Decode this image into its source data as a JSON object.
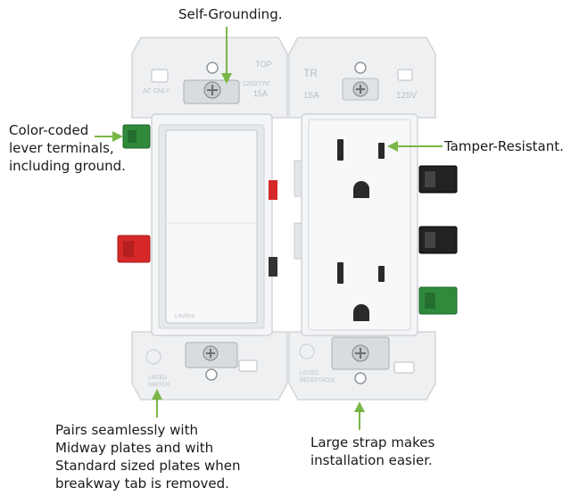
{
  "callouts": {
    "self_grounding": "Self-Grounding.",
    "lever_terminals": [
      "Color-coded",
      "lever terminals,",
      "including ground."
    ],
    "tamper_resistant": "Tamper-Resistant.",
    "midway_plates": [
      "Pairs seamlessly with",
      "Midway plates and with",
      "Standard sized plates when",
      "breakway tab is removed."
    ],
    "large_strap": [
      "Large strap makes",
      "installation easier."
    ]
  },
  "switch_markings": {
    "top": "TOP",
    "ac_only": "AC ONLY",
    "rating_voltage": "120/277V",
    "rating_amps": "15A",
    "brand": "Leviton",
    "bottom_line1": "LISTED",
    "bottom_line2": "SWITCH"
  },
  "receptacle_markings": {
    "tr": "TR",
    "amps": "15A",
    "volts": "125V",
    "bottom_line1": "LISTED",
    "bottom_line2": "RECEPTACLE"
  },
  "colors": {
    "arrow_green": "#7ab648",
    "terminal_green": "#2f8a3b",
    "terminal_red": "#d62828",
    "terminal_black": "#222222",
    "device_white": "#f2f3f4",
    "strap_white": "#e9ebed"
  }
}
